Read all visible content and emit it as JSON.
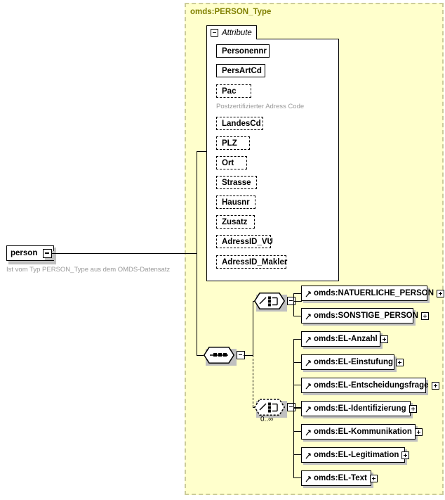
{
  "diagram": {
    "kind": "xml-schema-diagram",
    "colors": {
      "panel_background": "#ffffcc",
      "panel_border": "#cccc99",
      "type_title": "#808000",
      "annotation_text": "#999999",
      "box_background": "#ffffff",
      "line": "#000000",
      "shadow": "#c0c0c0"
    },
    "type_panel": {
      "title": "omds:PERSON_Type"
    },
    "root_element": {
      "name": "person",
      "toggle": "minus",
      "toggle_icon": "collapse-minus-icon",
      "annotation": "Ist vom Typ PERSON_Type aus dem OMDS-Datensatz"
    },
    "attribute_group": {
      "tab_label": "Attribute",
      "tab_toggle": "minus",
      "tab_toggle_icon": "collapse-minus-icon",
      "attributes": [
        {
          "name": "Personennr",
          "use": "required",
          "annotation": ""
        },
        {
          "name": "PersArtCd",
          "use": "required",
          "annotation": ""
        },
        {
          "name": "Pac",
          "use": "optional",
          "annotation": "Postzertifizierter Adress Code"
        },
        {
          "name": "LandesCd",
          "use": "optional",
          "annotation": ""
        },
        {
          "name": "PLZ",
          "use": "optional",
          "annotation": ""
        },
        {
          "name": "Ort",
          "use": "optional",
          "annotation": ""
        },
        {
          "name": "Strasse",
          "use": "optional",
          "annotation": ""
        },
        {
          "name": "Hausnr",
          "use": "optional",
          "annotation": ""
        },
        {
          "name": "Zusatz",
          "use": "optional",
          "annotation": ""
        },
        {
          "name": "AdressID_VU",
          "use": "optional",
          "annotation": ""
        },
        {
          "name": "AdressID_Makler",
          "use": "optional",
          "annotation": ""
        }
      ]
    },
    "sequence_connector": {
      "compositor": "sequence",
      "icon": "sequence-icon",
      "toggle": "minus",
      "toggle_icon": "collapse-minus-icon",
      "style": "solid"
    },
    "choice_required": {
      "compositor": "choice",
      "icon": "choice-icon",
      "toggle": "minus",
      "toggle_icon": "collapse-minus-icon",
      "style": "solid",
      "cardinality": "",
      "members": [
        {
          "name": "omds:NATUERLICHE_PERSON",
          "toggle": "plus",
          "toggle_icon": "expand-plus-icon",
          "ref_icon": "element-reference-icon"
        },
        {
          "name": "omds:SONSTIGE_PERSON",
          "toggle": "plus",
          "toggle_icon": "expand-plus-icon",
          "ref_icon": "element-reference-icon"
        }
      ]
    },
    "choice_optional": {
      "compositor": "choice",
      "icon": "choice-icon",
      "toggle": "minus",
      "toggle_icon": "collapse-minus-icon",
      "style": "dashed",
      "cardinality": "0..∞",
      "members": [
        {
          "name": "omds:EL-Anzahl",
          "toggle": "plus",
          "toggle_icon": "expand-plus-icon",
          "ref_icon": "element-reference-icon"
        },
        {
          "name": "omds:EL-Einstufung",
          "toggle": "plus",
          "toggle_icon": "expand-plus-icon",
          "ref_icon": "element-reference-icon"
        },
        {
          "name": "omds:EL-Entscheidungsfrage",
          "toggle": "plus",
          "toggle_icon": "expand-plus-icon",
          "ref_icon": "element-reference-icon"
        },
        {
          "name": "omds:EL-Identifizierung",
          "toggle": "plus",
          "toggle_icon": "expand-plus-icon",
          "ref_icon": "element-reference-icon"
        },
        {
          "name": "omds:EL-Kommunikation",
          "toggle": "plus",
          "toggle_icon": "expand-plus-icon",
          "ref_icon": "element-reference-icon"
        },
        {
          "name": "omds:EL-Legitimation",
          "toggle": "plus",
          "toggle_icon": "expand-plus-icon",
          "ref_icon": "element-reference-icon"
        },
        {
          "name": "omds:EL-Text",
          "toggle": "plus",
          "toggle_icon": "expand-plus-icon",
          "ref_icon": "element-reference-icon"
        }
      ]
    }
  }
}
